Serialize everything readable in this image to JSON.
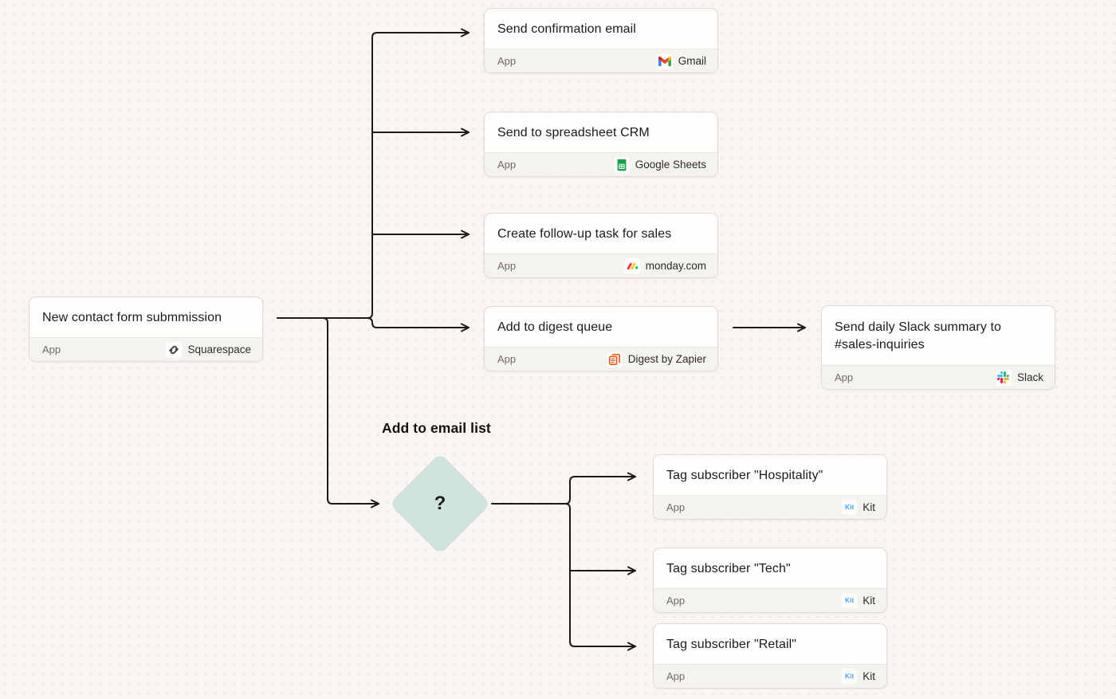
{
  "canvas": {
    "background_color": "#f8f5f2",
    "dot_color": "#eae3dc",
    "line_color": "#1d1b1a"
  },
  "labels": {
    "branch_label": "Add to email list",
    "decision_symbol": "?"
  },
  "nodes": [
    {
      "id": "trigger",
      "title": "New contact form submmission",
      "app_label": "App",
      "app": "Squarespace",
      "icon": "squarespace-icon"
    },
    {
      "id": "gmail-action",
      "title": "Send confirmation email",
      "app_label": "App",
      "app": "Gmail",
      "icon": "gmail-icon"
    },
    {
      "id": "sheets-action",
      "title": "Send to spreadsheet CRM",
      "app_label": "App",
      "app": "Google Sheets",
      "icon": "google-sheets-icon"
    },
    {
      "id": "monday-action",
      "title": "Create follow-up task for sales",
      "app_label": "App",
      "app": "monday.com",
      "icon": "monday-icon"
    },
    {
      "id": "digest-action",
      "title": "Add to digest queue",
      "app_label": "App",
      "app": "Digest by Zapier",
      "icon": "digest-icon"
    },
    {
      "id": "slack-action",
      "title": "Send daily Slack summary to #sales-inquiries",
      "app_label": "App",
      "app": "Slack",
      "icon": "slack-icon"
    },
    {
      "id": "kit-hospitality",
      "title": "Tag subscriber \"Hospitality\"",
      "app_label": "App",
      "app": "Kit",
      "icon": "kit-icon"
    },
    {
      "id": "kit-tech",
      "title": "Tag subscriber \"Tech\"",
      "app_label": "App",
      "app": "Kit",
      "icon": "kit-icon"
    },
    {
      "id": "kit-retail",
      "title": "Tag subscriber \"Retail\"",
      "app_label": "App",
      "app": "Kit",
      "icon": "kit-icon"
    }
  ],
  "icons": {
    "kit_badge_text": "Kit"
  },
  "edges": [
    {
      "from": "trigger",
      "to": "gmail-action"
    },
    {
      "from": "trigger",
      "to": "sheets-action"
    },
    {
      "from": "trigger",
      "to": "monday-action"
    },
    {
      "from": "trigger",
      "to": "digest-action"
    },
    {
      "from": "digest-action",
      "to": "slack-action"
    },
    {
      "from": "trigger",
      "to": "decision"
    },
    {
      "from": "decision",
      "to": "kit-hospitality"
    },
    {
      "from": "decision",
      "to": "kit-tech"
    },
    {
      "from": "decision",
      "to": "kit-retail"
    }
  ],
  "colors": {
    "decision_fill": "#cfe3dd",
    "squarespace_gray": "#3a3a3a",
    "gmail_red": "#ea4335",
    "sheets_green": "#12a347",
    "monday_red": "#f62b54",
    "monday_yellow": "#ffcb00",
    "monday_green": "#00ca72",
    "digest_orange": "#ff4f00",
    "slack_blue": "#36c5f0",
    "slack_green": "#2eb67d",
    "slack_red": "#e01e5a",
    "slack_yellow": "#ecb22e",
    "kit_blue": "#3ba3f8"
  }
}
